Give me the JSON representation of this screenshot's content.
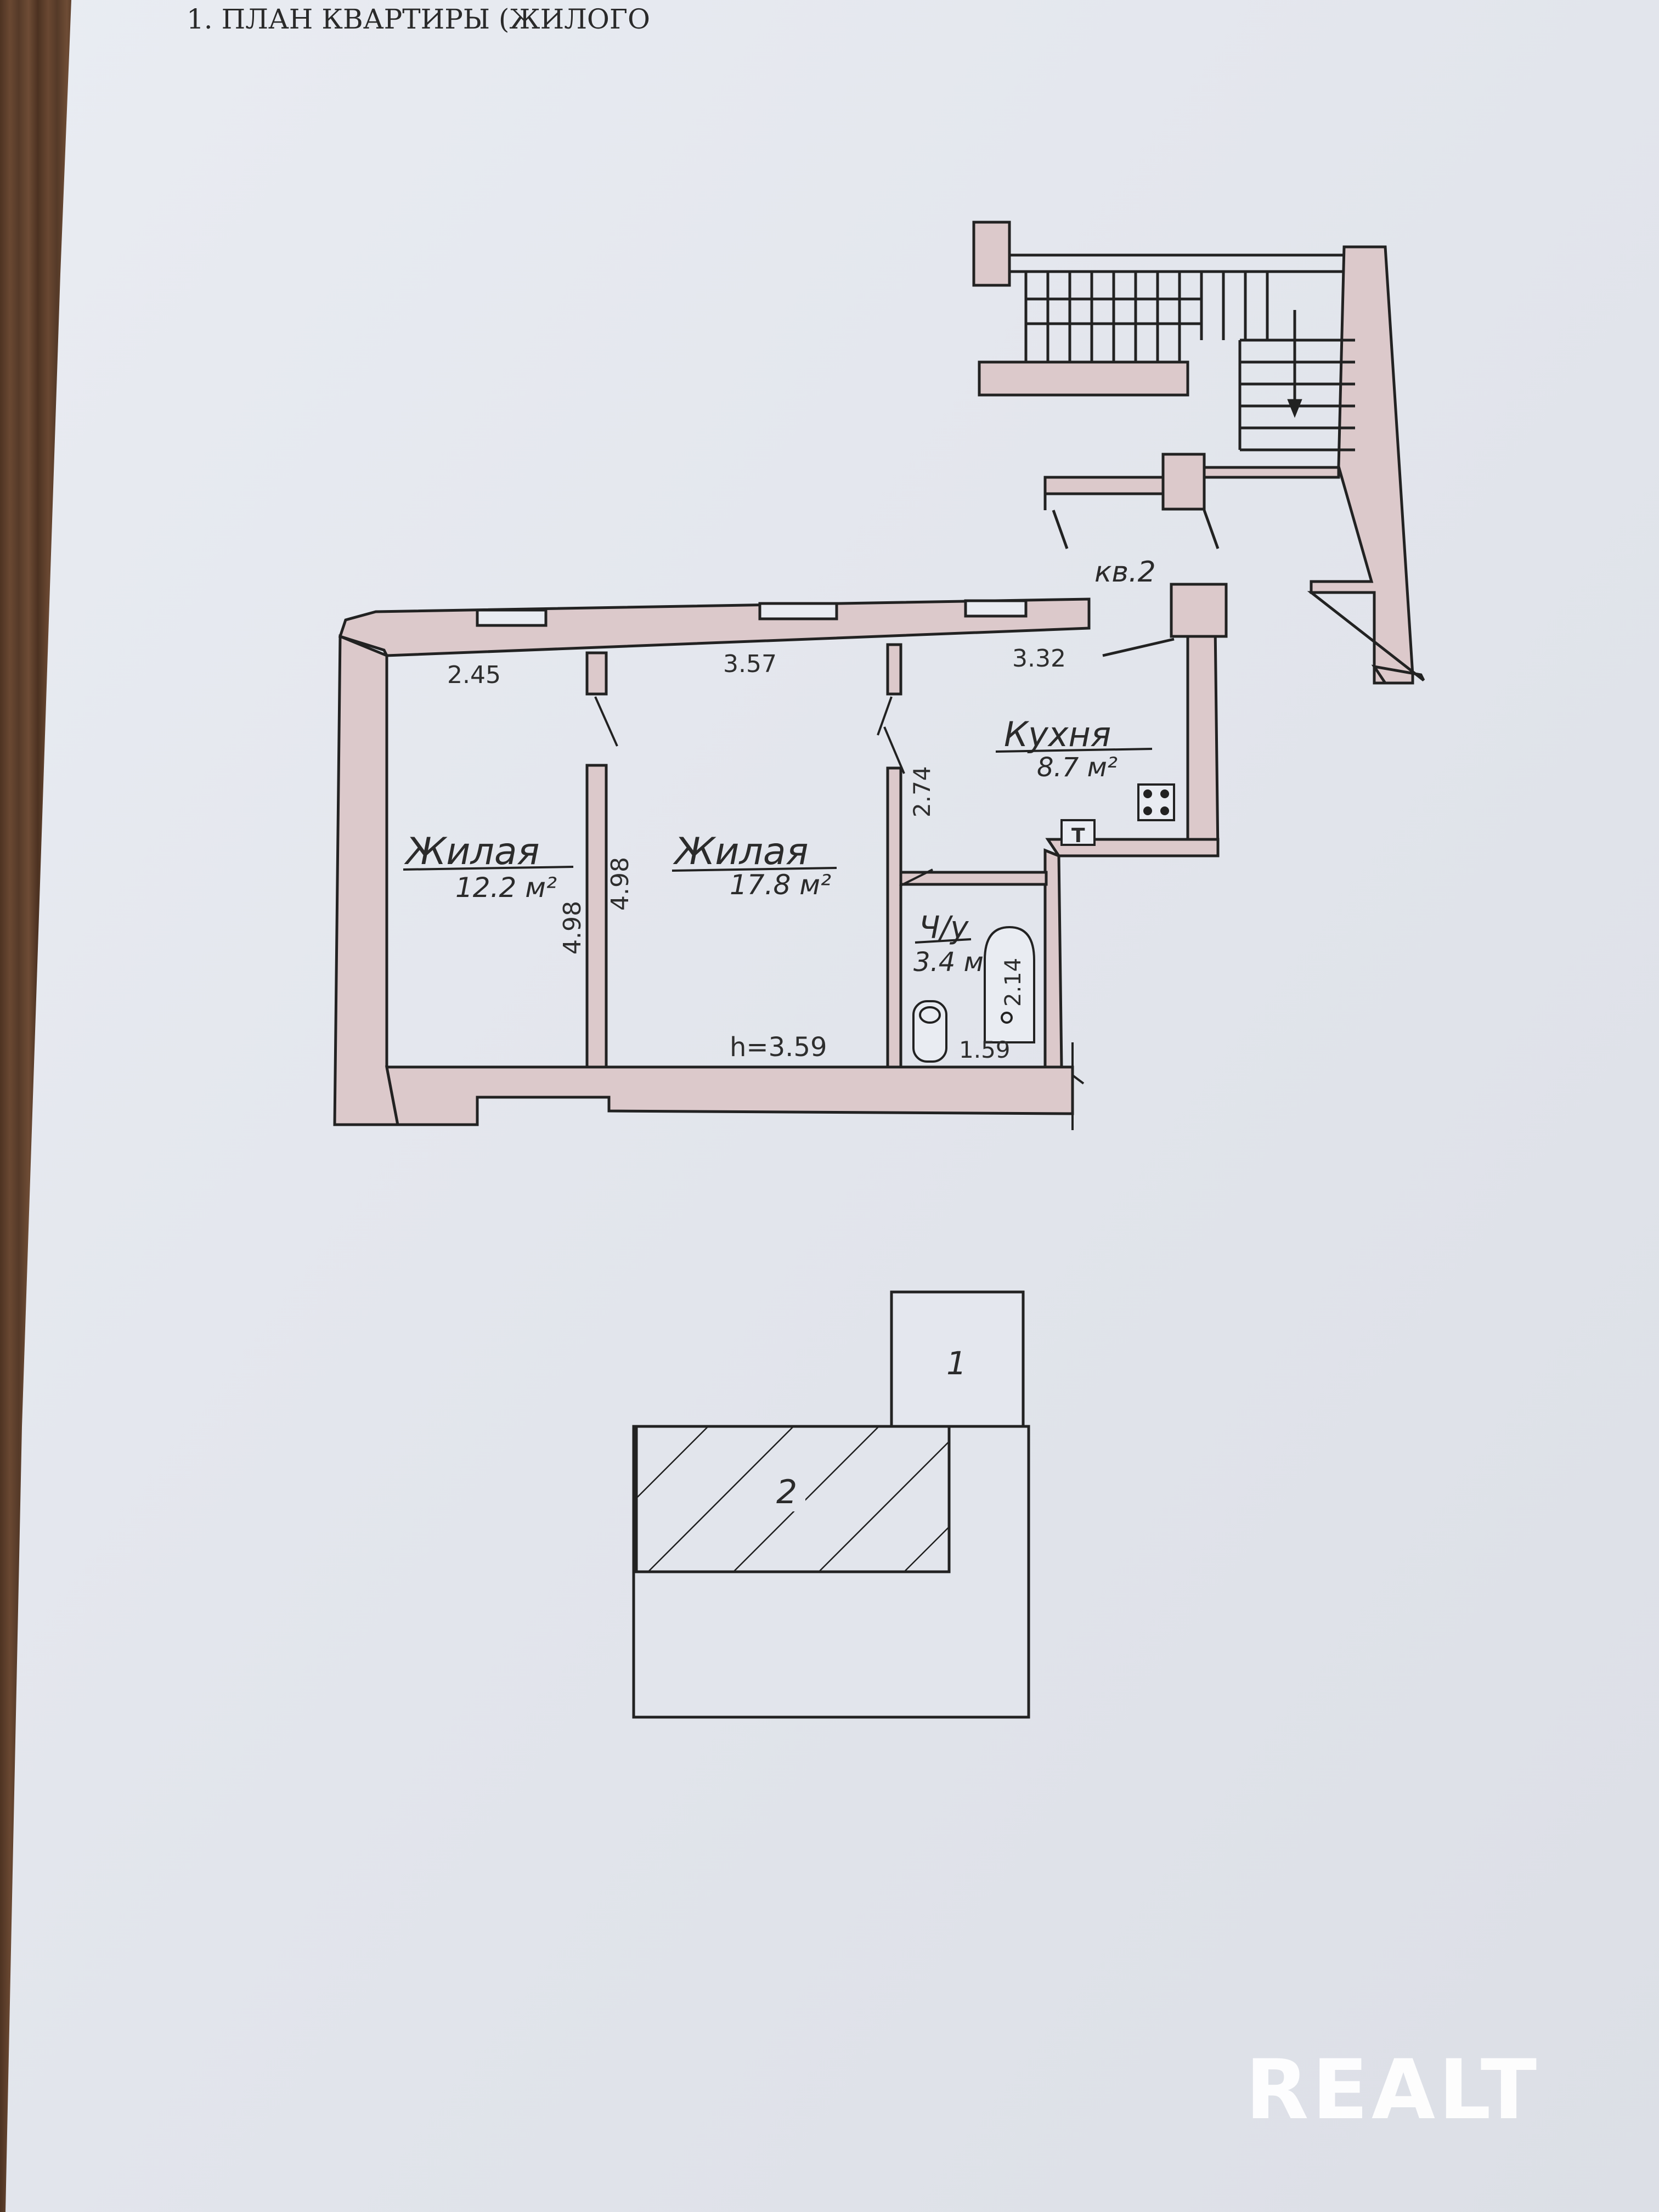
{
  "document": {
    "header": "1. ПЛАН КВАРТИРЫ (ЖИЛОГО"
  },
  "plan": {
    "apartment_label": "кв.2",
    "rooms": [
      {
        "name": "Жилая",
        "area": "12.2 м²"
      },
      {
        "name": "Жилая",
        "area": "17.8 м²"
      },
      {
        "name": "Кухня",
        "area": "8.7 м²"
      },
      {
        "name": "Ч/у",
        "area": "3.4 м²"
      }
    ],
    "dimensions": {
      "room1_width": "2.45",
      "room2_width": "3.57",
      "kitchen_width": "3.32",
      "room1_depth": "4.98",
      "room2_depth": "4.98",
      "kitchen_depth": "2.74",
      "ceiling_height": "h=3.59",
      "bath_width": "1.59",
      "bath_depth": "2.14"
    },
    "stove_symbol": "T"
  },
  "site_plan": {
    "block_1": "1",
    "block_2": "2"
  },
  "watermark": {
    "text": "REALT"
  },
  "colors": {
    "paper": "#e6e9ef",
    "wall_fill": "#dcc9cb",
    "ink": "#222222",
    "watermark": "#ffffff"
  }
}
